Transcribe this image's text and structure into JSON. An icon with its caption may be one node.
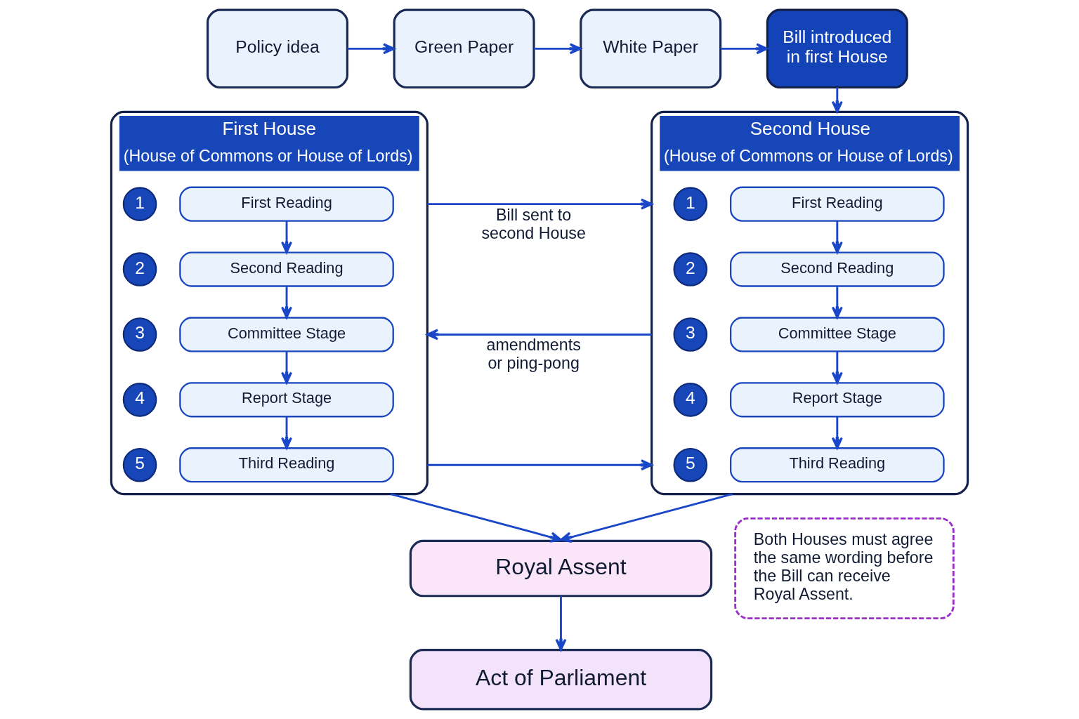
{
  "diagram": {
    "nodes": [
      {
        "text": [
          "Policy idea"
        ]
      },
      {
        "text": [
          "Green Paper"
        ]
      },
      {
        "text": [
          "White Paper"
        ]
      },
      {
        "text": [
          "Bill introduced in first House"
        ]
      },
      {
        "text": [
          "First House",
          "(House of Commons or House of Lords)"
        ]
      },
      {
        "text": [
          "1"
        ],
        "in": 4
      },
      {
        "text": [
          "First Reading"
        ],
        "in": 4
      },
      {
        "text": [
          "2"
        ],
        "in": 4
      },
      {
        "text": [
          "Second Reading"
        ],
        "in": 4
      },
      {
        "text": [
          "3"
        ],
        "in": 4
      },
      {
        "text": [
          "Committee Stage"
        ],
        "in": 4
      },
      {
        "text": [
          "4"
        ],
        "in": 4
      },
      {
        "text": [
          "Report Stage"
        ],
        "in": 4
      },
      {
        "text": [
          "5"
        ],
        "in": 4
      },
      {
        "text": [
          "Third Reading"
        ],
        "in": 4
      },
      {
        "text": [
          "Second House",
          "(House of Commons or House of Lords)"
        ]
      },
      {
        "text": [
          "1"
        ],
        "in": 15
      },
      {
        "text": [
          "First Reading"
        ],
        "in": 15
      },
      {
        "text": [
          "2"
        ],
        "in": 15
      },
      {
        "text": [
          "Second Reading"
        ],
        "in": 15
      },
      {
        "text": [
          "3"
        ],
        "in": 15
      },
      {
        "text": [
          "Committee Stage"
        ],
        "in": 15
      },
      {
        "text": [
          "4"
        ],
        "in": 15
      },
      {
        "text": [
          "Report Stage"
        ],
        "in": 15
      },
      {
        "text": [
          "5"
        ],
        "in": 15
      },
      {
        "text": [
          "Third Reading"
        ],
        "in": 15
      },
      {
        "text": [
          "Royal Assent"
        ]
      },
      {
        "text": [
          "Act of Parliament"
        ]
      },
      {
        "text": [
          "Both Houses must agree the same wording before the Bill can receive Royal Assent."
        ]
      }
    ],
    "edges": [
      {
        "from": 0,
        "to": 1,
        "arrow": "to"
      },
      {
        "from": 1,
        "to": 2,
        "arrow": "to"
      },
      {
        "from": 2,
        "to": 3,
        "arrow": "to"
      },
      {
        "from": 3,
        "to": 15,
        "arrow": "to"
      },
      {
        "from": 6,
        "to": 8,
        "arrow": "to"
      },
      {
        "from": 8,
        "to": 10,
        "arrow": "to"
      },
      {
        "from": 10,
        "to": 12,
        "arrow": "to"
      },
      {
        "from": 12,
        "to": 14,
        "arrow": "to"
      },
      {
        "from": 4,
        "to": 15,
        "arrow": "to",
        "label": "Bill sent to second House"
      },
      {
        "from": 15,
        "to": 4,
        "arrow": "to",
        "label": "amendments or ping-pong"
      },
      {
        "from": 4,
        "to": 15,
        "arrow": "to"
      },
      {
        "from": 17,
        "to": 19,
        "arrow": "to"
      },
      {
        "from": 19,
        "to": 21,
        "arrow": "to"
      },
      {
        "from": 21,
        "to": 23,
        "arrow": "to"
      },
      {
        "from": 23,
        "to": 25,
        "arrow": "to"
      },
      {
        "from": 4,
        "to": 26,
        "arrow": "to"
      },
      {
        "from": 15,
        "to": 26,
        "arrow": "to"
      },
      {
        "from": 26,
        "to": 27,
        "arrow": "to"
      }
    ]
  }
}
